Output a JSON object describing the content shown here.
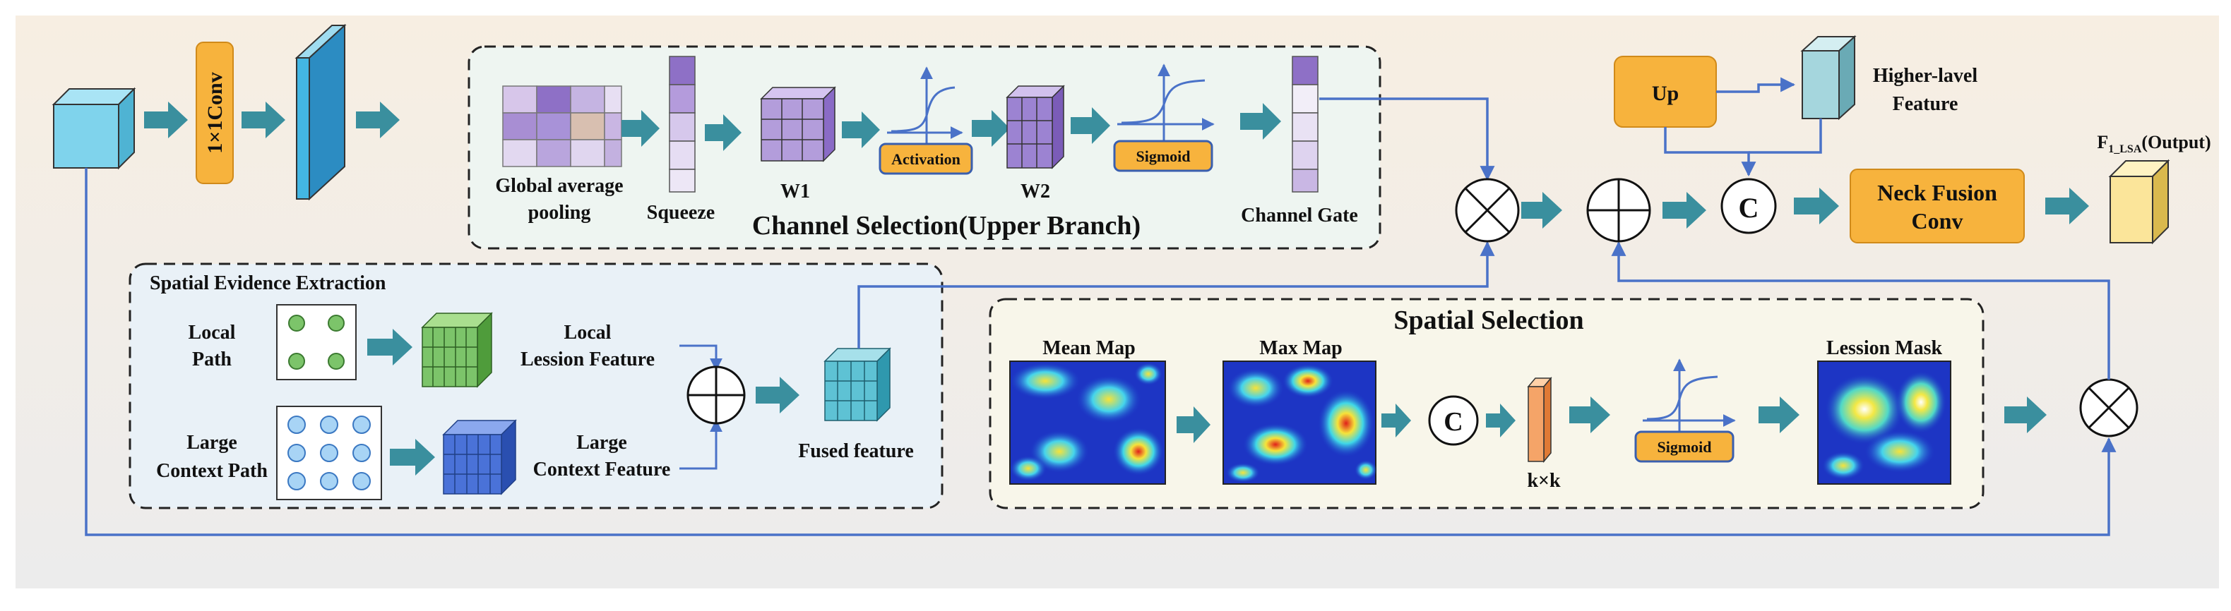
{
  "input": {
    "conv_label": "1×1Conv"
  },
  "channel_branch": {
    "title": "Channel Selection(Upper Branch)",
    "gap_label_line1": "Global average",
    "gap_label_line2": "pooling",
    "squeeze_label": "Squeeze",
    "w1_label": "W1",
    "w2_label": "W2",
    "activation_label": "Activation",
    "sigmoid_label": "Sigmoid",
    "gate_label": "Channel Gate"
  },
  "spatial_extraction": {
    "title": "Spatial Evidence Extraction",
    "local_path_line1": "Local",
    "local_path_line2": "Path",
    "local_feature_line1": "Local",
    "local_feature_line2": "Lession Feature",
    "large_path_line1": "Large",
    "large_path_line2": "Context Path",
    "large_feature_line1": "Large",
    "large_feature_line2": "Context Feature",
    "fused_label": "Fused feature"
  },
  "spatial_selection": {
    "title": "Spatial Selection",
    "mean_map_label": "Mean Map",
    "max_map_label": "Max Map",
    "concat_symbol": "C",
    "kernel_label": "k×k",
    "sigmoid_label": "Sigmoid",
    "mask_label": "Lession Mask"
  },
  "fusion": {
    "up_label": "Up",
    "higher_feature_line1": "Higher-lavel",
    "higher_feature_line2": "Feature",
    "concat_symbol": "C",
    "neck_line1": "Neck Fusion",
    "neck_line2": "Conv",
    "output_label": "F",
    "output_subscript": "1_LSA",
    "output_suffix": "(Output)"
  },
  "colors": {
    "teal_arrow": "#3a8f9e",
    "blue_line": "#4a72c8",
    "orange_box": "#f7b33d",
    "purple_cell": "#b39ddb",
    "cyan_cube": "#7fd3ec",
    "outer_bg": "#f5ecdf"
  }
}
